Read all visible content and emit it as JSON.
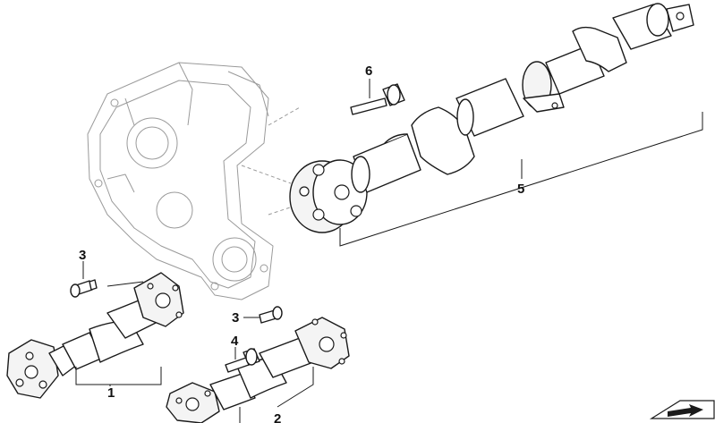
{
  "diagram": {
    "callouts": {
      "c1": "1",
      "c2": "2",
      "c3a": "3",
      "c3b": "3",
      "c4": "4",
      "c5": "5",
      "c6": "6"
    },
    "colors": {
      "line": "#1a1a1a",
      "ghost": "#9a9a9a",
      "background": "#ffffff"
    },
    "icons": [
      "arrow-direction-icon"
    ]
  }
}
